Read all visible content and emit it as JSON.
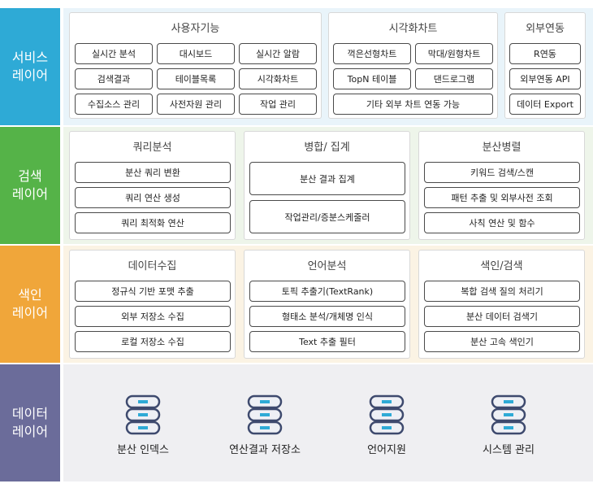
{
  "colors": {
    "service": "#2eaad6",
    "search": "#55b348",
    "index": "#f0a63a",
    "data": "#6b6c9a",
    "band_service": "#e9f4fa",
    "band_search": "#eef5ea",
    "band_index": "#fbf3e4",
    "band_data": "#efeff2"
  },
  "layers": {
    "service": "서비스\n레이어",
    "search": "검색\n레이어",
    "index": "색인\n레이어",
    "data": "데이터\n레이어"
  },
  "service": {
    "user": {
      "title": "사용자기능",
      "items": [
        "실시간 분석",
        "대시보드",
        "실시간 알람",
        "검색결과",
        "테이블목록",
        "시각화차트",
        "수집소스 관리",
        "사전자원 관리",
        "작업 관리"
      ]
    },
    "chart": {
      "title": "시각화차트",
      "items": [
        "꺽은선형차트",
        "막대/원형차트",
        "TopN 테이블",
        "댄드로그램",
        "기타 외부 차트 연동 가능"
      ]
    },
    "external": {
      "title": "외부연동",
      "items": [
        "R연동",
        "외부연동 API",
        "데이터 Export"
      ]
    }
  },
  "search": {
    "query": {
      "title": "쿼리분석",
      "items": [
        "분산 쿼리 변환",
        "쿼리 연산 생성",
        "쿼리 최적화 연산"
      ]
    },
    "merge": {
      "title": "병합/ 집계",
      "items": [
        "분산 결과 집계",
        "작업관리/증분스케줄러"
      ]
    },
    "parallel": {
      "title": "분산병렬",
      "items": [
        "키워드 검색/스캔",
        "패턴 추출 및 외부사전 조회",
        "사칙 연산 및 함수"
      ]
    }
  },
  "index": {
    "collect": {
      "title": "데이터수집",
      "items": [
        "정규식 기반 포맷 추출",
        "외부 저장소 수집",
        "로컬 저장소 수집"
      ]
    },
    "lang": {
      "title": "언어분석",
      "items": [
        "토픽 추출기(TextRank)",
        "형태소 분석/개체명 인식",
        "Text 추출 필터"
      ]
    },
    "idx": {
      "title": "색인/검색",
      "items": [
        "복합 검색 질의 처리기",
        "분산 데이터 검색기",
        "분산 고속 색인기"
      ]
    }
  },
  "data": {
    "items": [
      "분산 인덱스",
      "연산결과 저장소",
      "언어지원",
      "시스템 관리"
    ]
  }
}
